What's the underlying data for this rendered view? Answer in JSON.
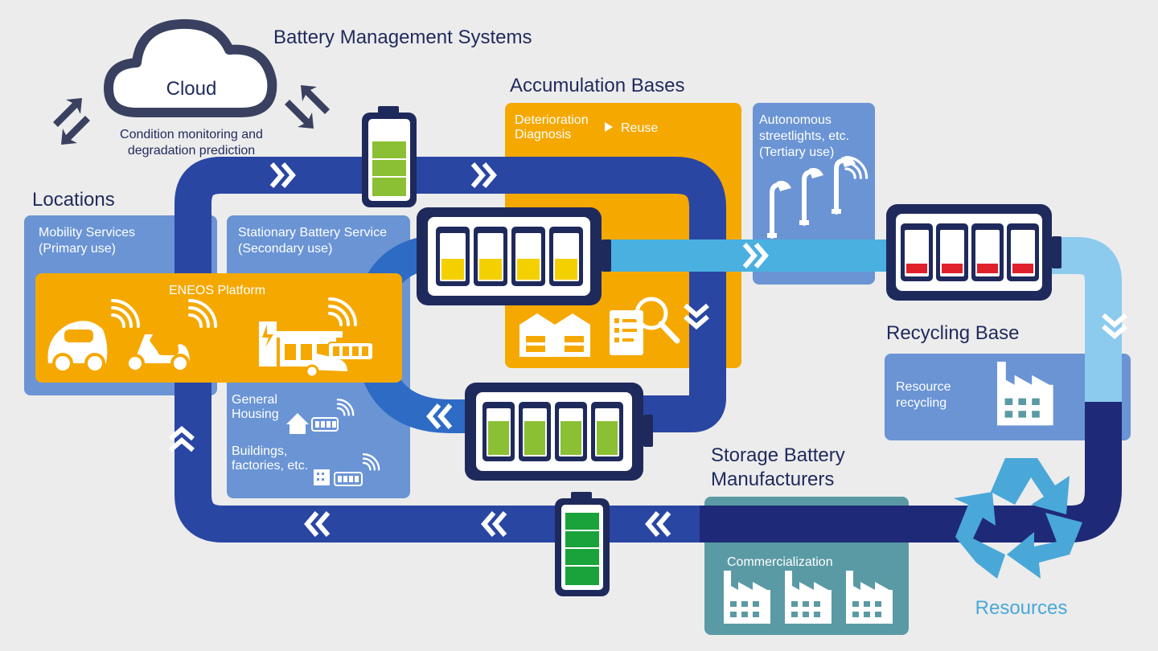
{
  "colors": {
    "background": "#ececec",
    "dark_navy": "#1f2a5c",
    "loop_blue": "#2a46a3",
    "loop_navy": "#1e2a78",
    "light_blue": "#4ab0e0",
    "pale_blue": "#8ccaee",
    "panel_blue": "#6a94d4",
    "orange": "#f5a800",
    "teal": "#5a9aa4",
    "battery_green": "#8bc034",
    "battery_dark_green": "#1aa33a",
    "battery_yellow": "#f5d000",
    "battery_red": "#e0202a",
    "recycle_blue": "#4aa8d8"
  },
  "cloud": {
    "label": "Cloud",
    "caption_line1": "Condition monitoring and",
    "caption_line2": "degradation prediction",
    "icons": [
      "up-down-arrows-icon",
      "up-down-arrows-icon"
    ]
  },
  "headings": {
    "bms": "Battery Management Systems",
    "accumulation": "Accumulation Bases",
    "locations": "Locations",
    "recycling": "Recycling Base",
    "manufacturers_line1": "Storage Battery",
    "manufacturers_line2": "Manufacturers",
    "resources": "Resources"
  },
  "panels": {
    "mobility_line1": "Mobility Services",
    "mobility_line2": "(Primary use)",
    "stationary_line1": "Stationary Battery Service",
    "stationary_line2": "(Secondary use)",
    "eneos": "ENEOS Platform",
    "deterioration_line1": "Deterioration",
    "deterioration_line2": "Diagnosis",
    "reuse": "Reuse",
    "autonomous_line1": "Autonomous",
    "autonomous_line2": "streetlights, etc.",
    "autonomous_line3": "(Tertiary use)",
    "general_line1": "General",
    "general_line2": "Housing",
    "buildings_line1": "Buildings,",
    "buildings_line2": "factories, etc.",
    "resource_line1": "Resource",
    "resource_line2": "recycling",
    "commercialization": "Commercialization"
  },
  "icons": {
    "vehicles": [
      "car-icon",
      "scooter-icon",
      "wifi-icon"
    ],
    "station": "charging-station-icon",
    "warehouse": "warehouse-icon",
    "inspection": "magnifier-checklist-icon",
    "streetlight": "streetlight-icon",
    "factory": "factory-icon",
    "house": "house-icon",
    "building": "building-icon",
    "recycle": "recycle-icon"
  }
}
